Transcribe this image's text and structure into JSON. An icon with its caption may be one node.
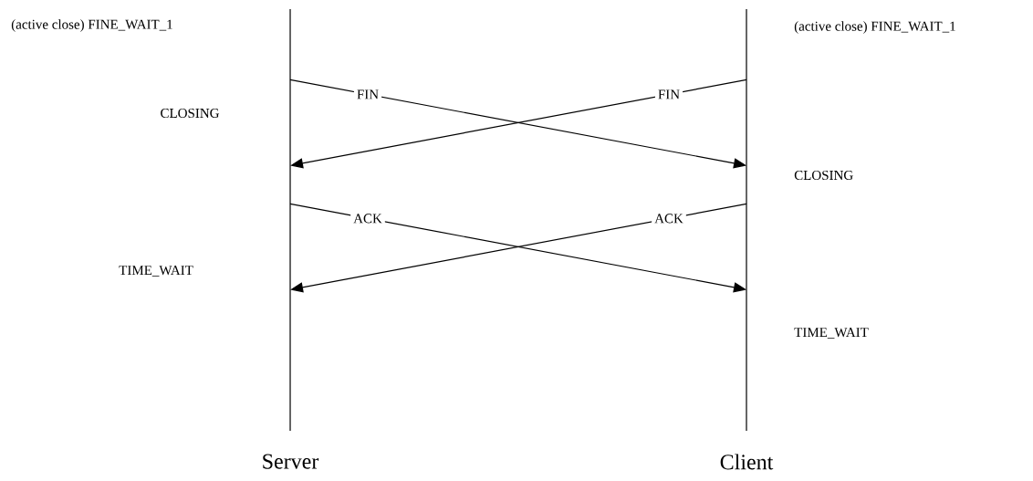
{
  "diagram": {
    "nodes": [
      {
        "text": [],
        "shape": "bar",
        "beside": [
          "Server"
        ]
      },
      {
        "text": [],
        "shape": "bar",
        "beside": [
          "Client"
        ]
      }
    ],
    "edges": [
      {
        "from": 0,
        "to": 1,
        "arrow": "to",
        "label": "FIN"
      },
      {
        "from": 1,
        "to": 0,
        "arrow": "to",
        "label": "FIN"
      },
      {
        "from": 0,
        "to": 1,
        "arrow": "to",
        "label": "ACK"
      },
      {
        "from": 1,
        "to": 0,
        "arrow": "to",
        "label": "ACK"
      }
    ],
    "labels": [
      "(active close) FINE_WAIT_1",
      "(active close) FINE_WAIT_1",
      "CLOSING",
      "CLOSING",
      "TIME_WAIT",
      "TIME_WAIT"
    ]
  }
}
